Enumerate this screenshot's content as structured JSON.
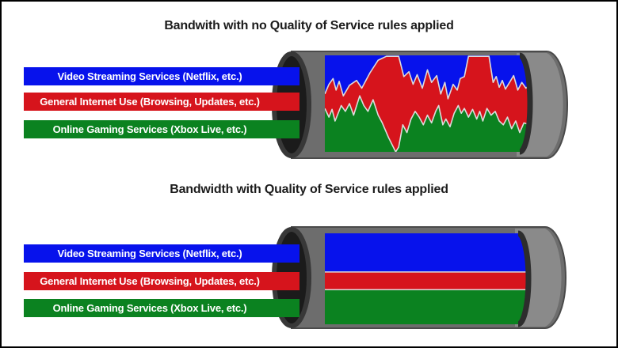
{
  "colors": {
    "background": "#ffffff",
    "frame_border": "#000000",
    "title_text": "#1c1c1c",
    "label_text": "#ffffff",
    "blue": "#0712ec",
    "red": "#d6141c",
    "green": "#0b8220",
    "pipe_body": "#6d6d6d",
    "pipe_body_light": "#8a8a8a",
    "pipe_outline": "#4a4a4a",
    "pipe_ring": "#383838",
    "pipe_hole": "#1b1b1b",
    "window_rim": "#2d2d2d",
    "boundary_stroke": "#dcdcdc"
  },
  "sections": [
    {
      "id": "no-qos",
      "title": "Bandwith with no Quality of Service rules applied",
      "labels": [
        {
          "text": "Video Streaming Services (Netflix, etc.)",
          "color_key": "blue"
        },
        {
          "text": "General Internet Use (Browsing, Updates, etc.)",
          "color_key": "red"
        },
        {
          "text": "Online Gaming Services (Xbox Live, etc.)",
          "color_key": "green"
        }
      ],
      "pipe_content": {
        "type": "chaotic-mixed",
        "red_top": [
          [
            0.0,
            0.4
          ],
          [
            0.02,
            0.3
          ],
          [
            0.04,
            0.24
          ],
          [
            0.055,
            0.36
          ],
          [
            0.07,
            0.27
          ],
          [
            0.09,
            0.42
          ],
          [
            0.12,
            0.31
          ],
          [
            0.155,
            0.26
          ],
          [
            0.18,
            0.34
          ],
          [
            0.22,
            0.18
          ],
          [
            0.26,
            0.05
          ],
          [
            0.3,
            0.01
          ],
          [
            0.36,
            0.01
          ],
          [
            0.385,
            0.22
          ],
          [
            0.41,
            0.17
          ],
          [
            0.43,
            0.3
          ],
          [
            0.45,
            0.2
          ],
          [
            0.475,
            0.34
          ],
          [
            0.5,
            0.15
          ],
          [
            0.52,
            0.28
          ],
          [
            0.545,
            0.21
          ],
          [
            0.565,
            0.4
          ],
          [
            0.585,
            0.28
          ],
          [
            0.6,
            0.45
          ],
          [
            0.625,
            0.3
          ],
          [
            0.645,
            0.36
          ],
          [
            0.66,
            0.24
          ],
          [
            0.68,
            0.22
          ],
          [
            0.7,
            0.01
          ],
          [
            0.8,
            0.01
          ],
          [
            0.82,
            0.28
          ],
          [
            0.835,
            0.22
          ],
          [
            0.85,
            0.33
          ],
          [
            0.865,
            0.26
          ],
          [
            0.88,
            0.35
          ],
          [
            0.9,
            0.28
          ],
          [
            0.92,
            0.21
          ],
          [
            0.94,
            0.36
          ],
          [
            0.96,
            0.28
          ],
          [
            0.98,
            0.34
          ],
          [
            1.0,
            0.3
          ]
        ],
        "green_top": [
          [
            0.0,
            0.55
          ],
          [
            0.02,
            0.64
          ],
          [
            0.035,
            0.56
          ],
          [
            0.05,
            0.68
          ],
          [
            0.065,
            0.6
          ],
          [
            0.08,
            0.52
          ],
          [
            0.1,
            0.58
          ],
          [
            0.12,
            0.5
          ],
          [
            0.14,
            0.62
          ],
          [
            0.17,
            0.42
          ],
          [
            0.19,
            0.52
          ],
          [
            0.21,
            0.58
          ],
          [
            0.235,
            0.46
          ],
          [
            0.26,
            0.62
          ],
          [
            0.28,
            0.7
          ],
          [
            0.31,
            0.85
          ],
          [
            0.345,
            1.0
          ],
          [
            0.36,
            0.95
          ],
          [
            0.38,
            0.72
          ],
          [
            0.4,
            0.8
          ],
          [
            0.42,
            0.66
          ],
          [
            0.44,
            0.58
          ],
          [
            0.46,
            0.64
          ],
          [
            0.48,
            0.72
          ],
          [
            0.5,
            0.62
          ],
          [
            0.52,
            0.7
          ],
          [
            0.54,
            0.58
          ],
          [
            0.555,
            0.52
          ],
          [
            0.575,
            0.72
          ],
          [
            0.59,
            0.66
          ],
          [
            0.61,
            0.74
          ],
          [
            0.63,
            0.6
          ],
          [
            0.65,
            0.52
          ],
          [
            0.665,
            0.6
          ],
          [
            0.68,
            0.55
          ],
          [
            0.7,
            0.64
          ],
          [
            0.72,
            0.56
          ],
          [
            0.74,
            0.66
          ],
          [
            0.755,
            0.58
          ],
          [
            0.77,
            0.68
          ],
          [
            0.79,
            0.55
          ],
          [
            0.81,
            0.62
          ],
          [
            0.83,
            0.58
          ],
          [
            0.85,
            0.68
          ],
          [
            0.87,
            0.72
          ],
          [
            0.89,
            0.64
          ],
          [
            0.91,
            0.76
          ],
          [
            0.93,
            0.68
          ],
          [
            0.95,
            0.8
          ],
          [
            0.97,
            0.7
          ],
          [
            1.0,
            0.72
          ]
        ]
      }
    },
    {
      "id": "qos",
      "title": "Bandwidth with Quality of Service rules applied",
      "labels": [
        {
          "text": "Video Streaming Services (Netflix, etc.)",
          "color_key": "blue"
        },
        {
          "text": "General Internet Use (Browsing, Updates, etc.)",
          "color_key": "red"
        },
        {
          "text": "Online Gaming Services (Xbox Live, etc.)",
          "color_key": "green"
        }
      ],
      "pipe_content": {
        "type": "ordered-bands",
        "bands": [
          {
            "color_key": "blue",
            "fraction": 0.425
          },
          {
            "color_key": "red",
            "fraction": 0.195
          },
          {
            "color_key": "green",
            "fraction": 0.38
          }
        ]
      }
    }
  ]
}
